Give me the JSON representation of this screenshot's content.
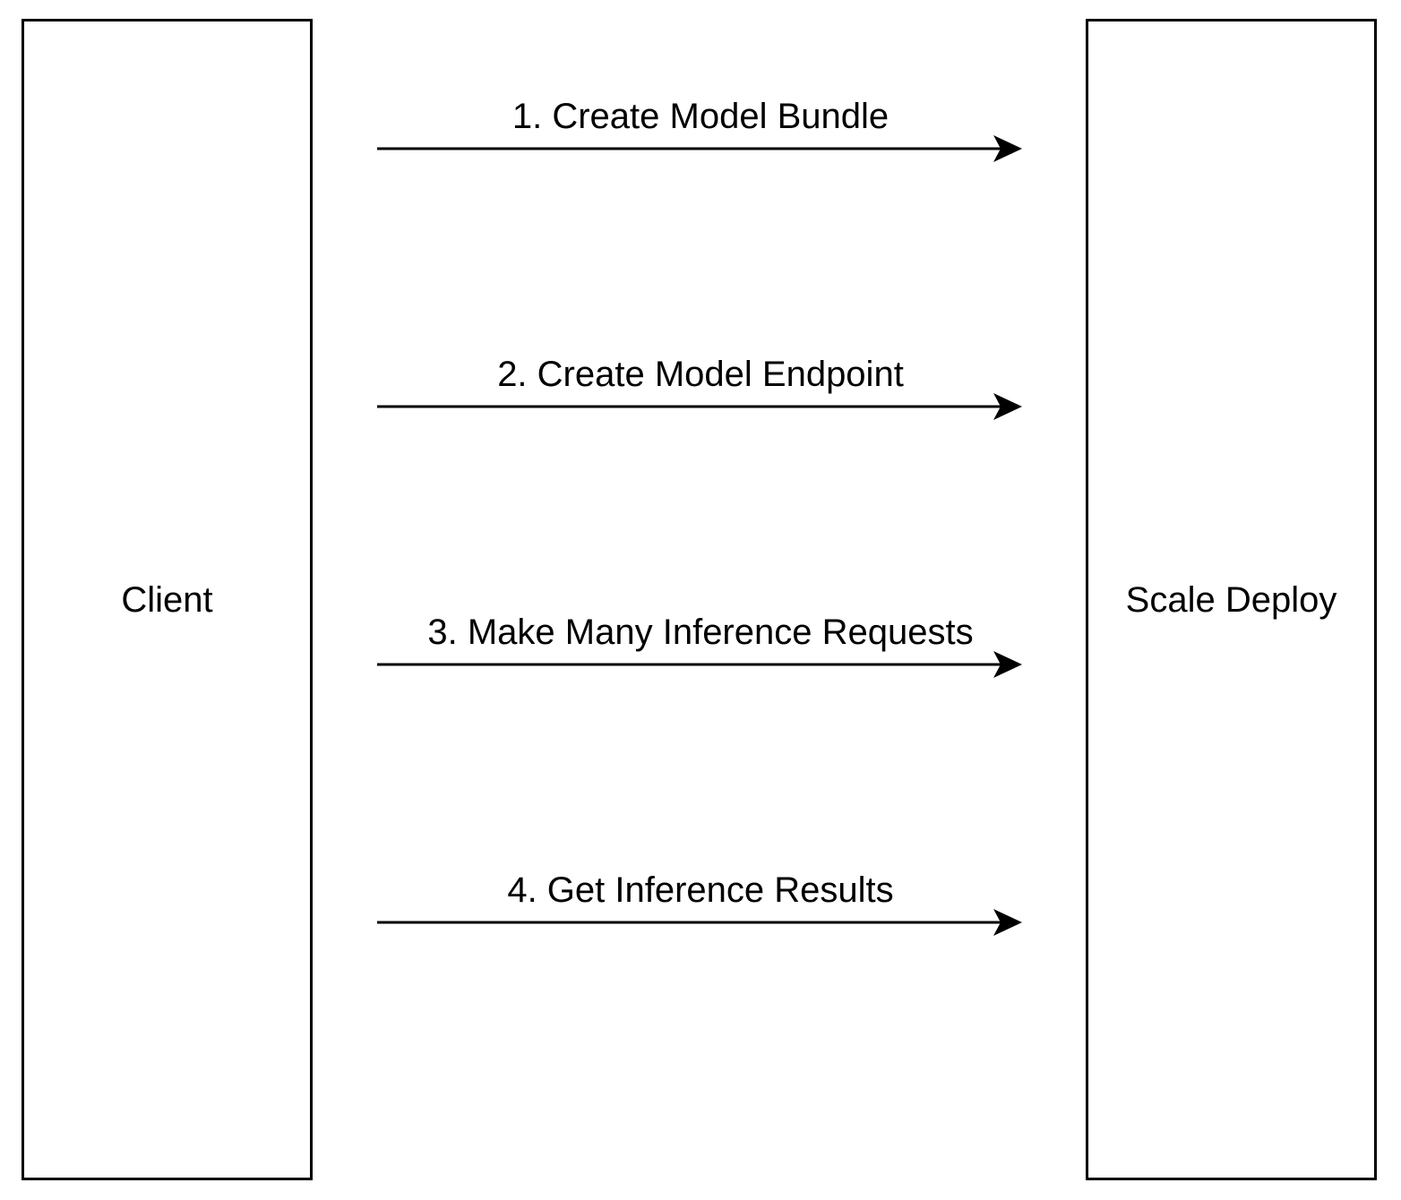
{
  "diagram": {
    "actors": {
      "client": {
        "label": "Client"
      },
      "server": {
        "label": "Scale Deploy"
      }
    },
    "steps": [
      {
        "label": "1. Create Model Bundle"
      },
      {
        "label": "2. Create Model Endpoint"
      },
      {
        "label": "3. Make Many Inference Requests"
      },
      {
        "label": "4. Get Inference Results"
      }
    ]
  },
  "colors": {
    "stroke": "#000000",
    "background": "#ffffff"
  }
}
